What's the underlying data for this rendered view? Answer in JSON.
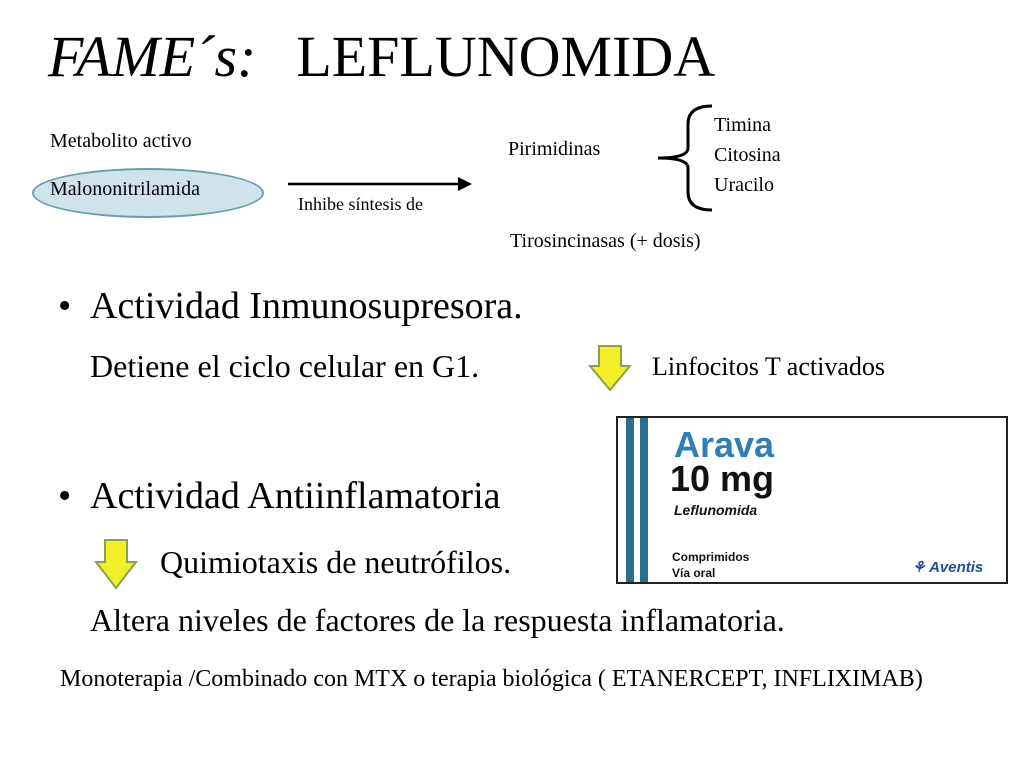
{
  "slide": {
    "title_italic": "FAME´s:",
    "title_main": "LEFLUNOMIDA"
  },
  "diagram": {
    "metabolite_label": "Metabolito activo",
    "metabolite_name": "Malononitrilamida",
    "arrow_label": "Inhibe síntesis de",
    "target_group": "Pirimidinas",
    "pyrimidines": [
      "Timina",
      "Citosina",
      "Uracilo"
    ],
    "second_target": "Tirosincinasas (+ dosis)"
  },
  "body": {
    "bullet1": "Actividad Inmunosupresora.",
    "bullet1_detail": "Detiene el ciclo celular en G1.",
    "bullet1_effect": "Linfocitos T activados",
    "bullet2": "Actividad Antiinflamatoria",
    "bullet2_detail": "Quimiotaxis de neutrófilos.",
    "bullet2_detail2": "Altera niveles de factores de la respuesta inflamatoria.",
    "bullet_symbol": "•",
    "down_arrow_icon": "down-arrow-icon",
    "down_arrow_color": "#f2ef2a"
  },
  "product": {
    "brand": "Arava",
    "dose": "10 mg",
    "generic": "Leflunomida",
    "form1": "Comprimidos",
    "form2": "Vía oral",
    "maker": "Aventis",
    "brand_color": "#2f7fb5"
  },
  "footer": {
    "text": "Monoterapia /Combinado con MTX o terapia biológica ( ETANERCEPT, INFLIXIMAB)"
  }
}
